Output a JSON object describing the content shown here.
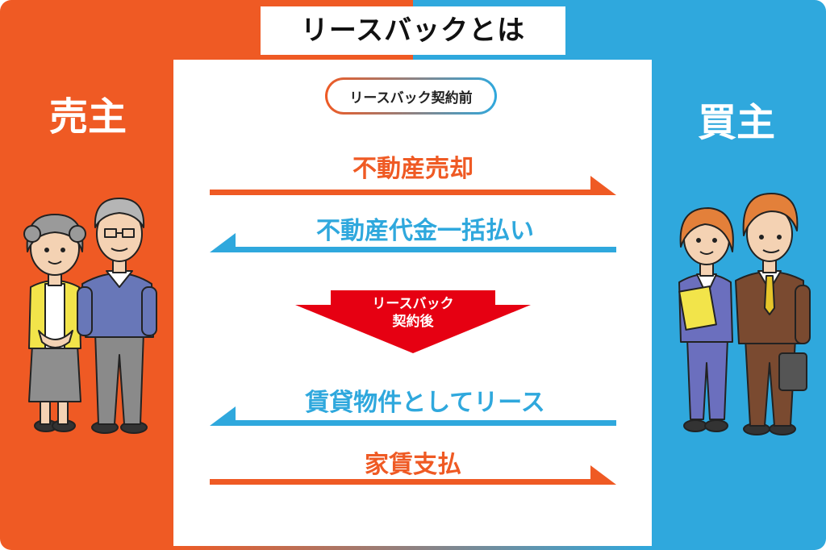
{
  "title": "リースバックとは",
  "parties": {
    "seller": "売主",
    "buyer": "買主"
  },
  "before_badge": "リースバック契約前",
  "after_badge": {
    "line1": "リースバック",
    "line2": "契約後"
  },
  "flows": [
    {
      "label": "不動産売却",
      "direction": "seller-to-buyer",
      "color": "#ef5a24"
    },
    {
      "label": "不動産代金一括払い",
      "direction": "buyer-to-seller",
      "color": "#2fa8dd"
    },
    {
      "label": "賃貸物件としてリース",
      "direction": "buyer-to-seller",
      "color": "#2fa8dd"
    },
    {
      "label": "家賃支払",
      "direction": "seller-to-buyer",
      "color": "#ef5a24"
    }
  ],
  "colors": {
    "seller_panel": "#ef5a24",
    "buyer_panel": "#2fa8dd",
    "after_arrow": "#e60012",
    "title_text": "#111111"
  },
  "icons": [
    "elderly-woman-icon",
    "elderly-man-icon",
    "businesswoman-icon",
    "businessman-icon"
  ]
}
